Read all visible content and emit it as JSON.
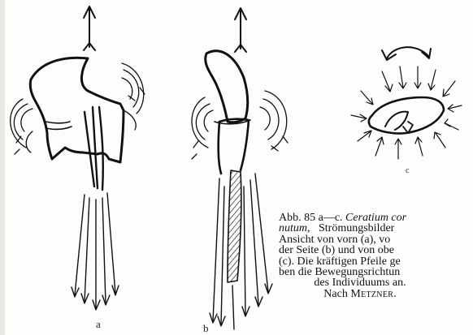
{
  "figure": {
    "panel_labels": {
      "a": "a",
      "b": "b",
      "c": "c"
    },
    "caption": {
      "lead": "Abb. 85 a—c. ",
      "species_part1": "Ceratium cor",
      "species_part2": "nutum,",
      "line2_rest": "Strömungsbilder",
      "line3": "Ansicht von vorn (a), vo",
      "line4": "der Seite (b) und von obe",
      "line5": "(c). Die kräftigen Pfeile ge",
      "line6": "ben die Bewegungsrichtun",
      "line7": "des Individuums an.",
      "line8_prefix": "Nach ",
      "author": "Metzner",
      "line8_suffix": "."
    }
  }
}
